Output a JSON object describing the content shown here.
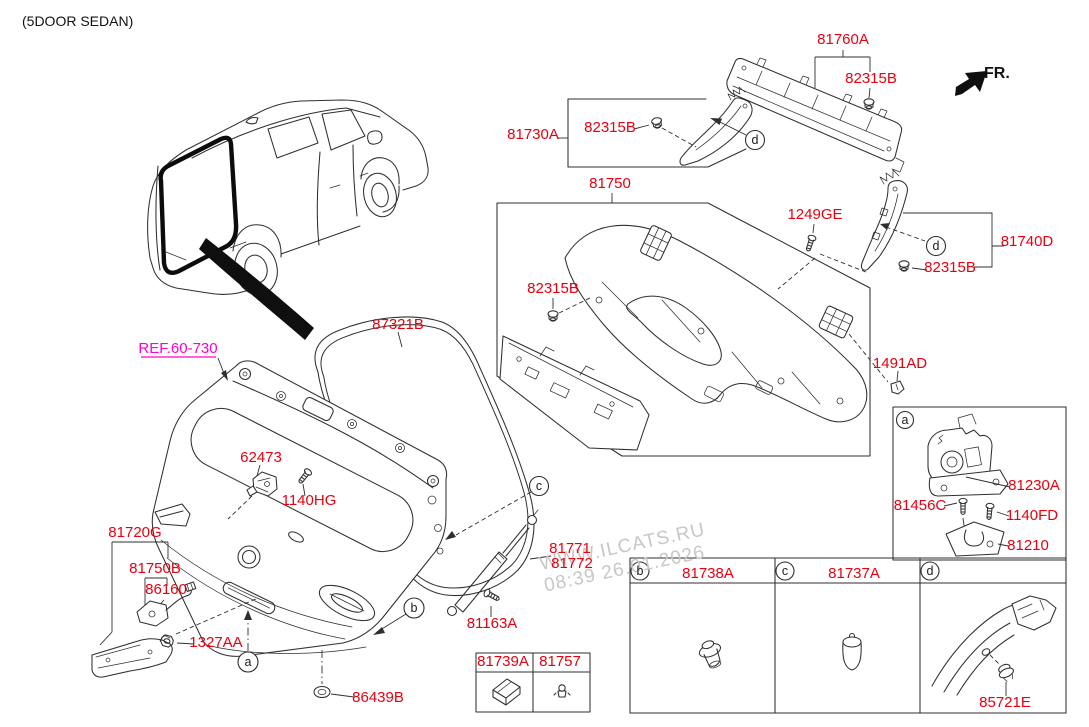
{
  "page": {
    "variant_title": "(5DOOR SEDAN)",
    "direction_label": "FR."
  },
  "watermark": {
    "site": "WWW.ILCATS.RU",
    "timestamp": "08:39 26.01.2026"
  },
  "colors": {
    "part_label": "#e8000f",
    "reference_link": "#ff00cc",
    "line_art": "#2f2f2f",
    "watermark": "#c7c7c7",
    "background": "#ffffff"
  },
  "reference_callout": {
    "label": "REF.60-730"
  },
  "callout_letters": {
    "a": "a",
    "b": "b",
    "c": "c",
    "d": "d"
  },
  "part_labels": {
    "trim_cover": "81760A",
    "grommet_top": "82315B",
    "corner_trim_lh": "81730A",
    "grommet_corner": "82315B",
    "tailgate_trim_panel": "81750",
    "screw_pillar": "1249GE",
    "corner_trim_rh": "81740D",
    "grommet_rh": "82315B",
    "grommet_panel": "82315B",
    "weatherstrip": "87321B",
    "clip_1491": "1491AD",
    "latch_bracket": "62473",
    "bolt_1140hg": "1140HG",
    "lamp_assy": "81720G",
    "opener_switch": "81750B",
    "camera_unit": "86160",
    "nut_1327": "1327AA",
    "grommet_86439": "86439B",
    "lifter_upper": "81771",
    "lifter_lower": "81772",
    "bolt_lifter": "81163A",
    "pad_81739": "81739A",
    "clip_81757": "81757",
    "grommet_81738": "81738A",
    "plug_81737": "81737A",
    "latch_assy": "81230A",
    "screw_latch": "81456C",
    "bolt_1140fd": "1140FD",
    "striker": "81210",
    "clip_85721": "85721E"
  }
}
